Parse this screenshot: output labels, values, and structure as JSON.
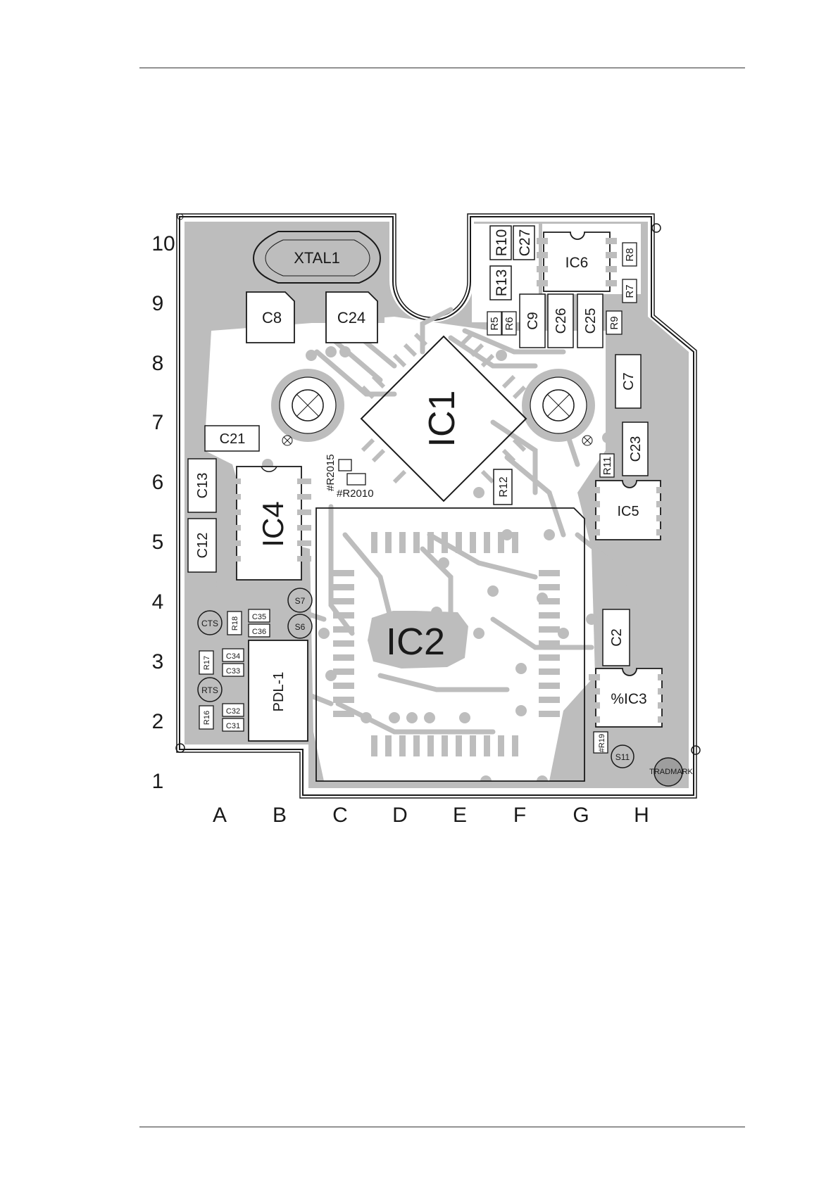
{
  "grid": {
    "rows": [
      "10",
      "9",
      "8",
      "7",
      "6",
      "5",
      "4",
      "3",
      "2",
      "1"
    ],
    "columns": [
      "A",
      "B",
      "C",
      "D",
      "E",
      "F",
      "G",
      "H"
    ]
  },
  "components": {
    "xtal1": "XTAL1",
    "c8": "C8",
    "c24": "C24",
    "ic1": "IC1",
    "ic2": "IC2",
    "ic3": "%IC3",
    "ic4": "IC4",
    "ic5": "IC5",
    "ic6": "IC6",
    "c21": "C21",
    "c13": "C13",
    "c12": "C12",
    "r2015": "#R2015",
    "r2010": "#R2010",
    "r12": "R12",
    "r10": "R10",
    "c27": "C27",
    "r13": "R13",
    "r8": "R8",
    "r7": "R7",
    "r5": "R5",
    "r6": "R6",
    "c9": "C9",
    "c26": "C26",
    "c25": "C25",
    "r9": "R9",
    "c7": "C7",
    "c23": "C23",
    "r11": "R11",
    "c2": "C2",
    "r19": "#R19",
    "s11": "S11",
    "s7": "S7",
    "s6": "S6",
    "cts": "CTS",
    "rts": "RTS",
    "r18": "R18",
    "c35": "C35",
    "c36": "C36",
    "r17": "R17",
    "c34": "C34",
    "c33": "C33",
    "r16": "R16",
    "c32": "C32",
    "c31": "C31",
    "pdl1": "PDL-1",
    "trademark": "TRADMARK"
  },
  "colors": {
    "copper": "#bdbdbd",
    "ink": "#1a1a1a",
    "background": "#ffffff"
  }
}
